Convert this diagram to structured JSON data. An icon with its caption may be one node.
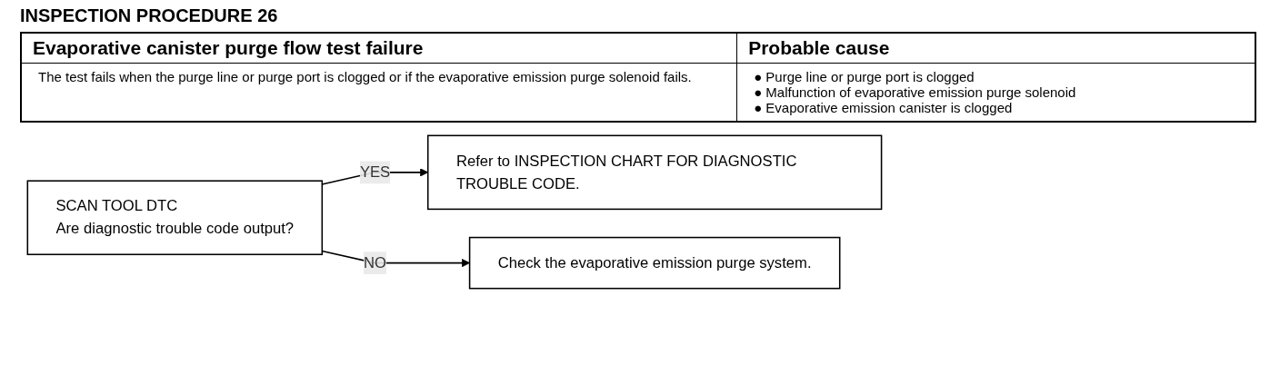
{
  "diagram": {
    "title": "INSPECTION PROCEDURE 26",
    "nodes": [
      {
        "text": [
          "SCAN TOOL DTC",
          "Are diagnostic trouble code output?"
        ]
      },
      {
        "text": [
          "Refer to INSPECTION CHART FOR DIAGNOSTIC TROUBLE CODE."
        ]
      },
      {
        "text": [
          "Check the evaporative emission purge system."
        ]
      }
    ],
    "edges": [
      {
        "from": 0,
        "to": 1,
        "arrow": "to",
        "label": "YES"
      },
      {
        "from": 0,
        "to": 2,
        "arrow": "to",
        "label": "NO"
      }
    ],
    "labels": [
      "Evaporative canister purge flow test failure",
      "Probable cause",
      "The test fails when the purge line or purge port is clogged or if the evaporative emission purge solenoid fails.",
      "● Purge line or purge port is clogged",
      "● Malfunction of evaporative emission purge solenoid",
      "● Evaporative emission canister is clogged"
    ]
  }
}
